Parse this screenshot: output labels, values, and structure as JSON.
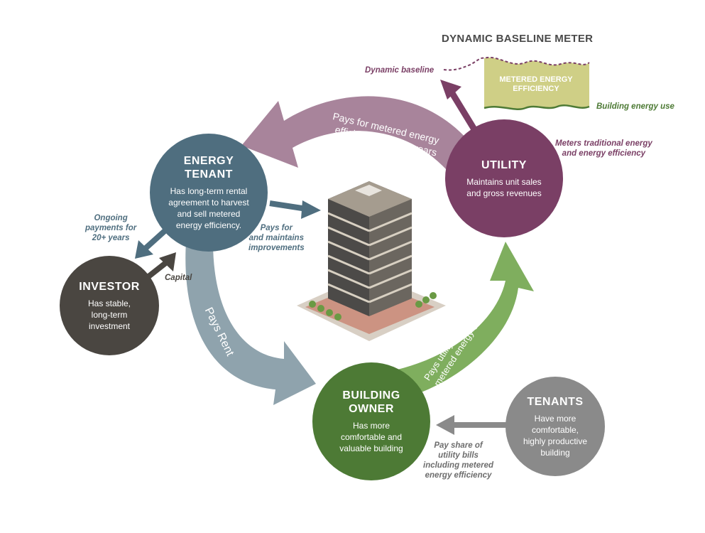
{
  "meter": {
    "title": "DYNAMIC BASELINE METER",
    "baseline_label": "Dynamic baseline",
    "fill_label": "METERED ENERGY\nEFFICIENCY",
    "use_label": "Building energy use"
  },
  "nodes": {
    "energy_tenant": {
      "title": "ENERGY\nTENANT",
      "desc": "Has long-term rental\nagreement to harvest\nand sell metered\nenergy efficiency."
    },
    "utility": {
      "title": "UTILITY",
      "desc": "Maintains unit sales\nand gross revenues"
    },
    "investor": {
      "title": "INVESTOR",
      "desc": "Has stable,\nlong-term\ninvestment"
    },
    "building_owner": {
      "title": "BUILDING\nOWNER",
      "desc": "Has more\ncomfortable and\nvaluable building"
    },
    "tenants": {
      "title": "TENANTS",
      "desc": "Have more\ncomfortable,\nhighly productive\nbuilding"
    }
  },
  "arrows": {
    "utility_pays_line1": "Pays for metered energy",
    "utility_pays_line2": "efficiency over 20 years",
    "pays_rent": "Pays Rent",
    "owner_pays_line1": "Pays utility bill including",
    "owner_pays_line2": "metered energy efficiency"
  },
  "notes": {
    "meters": "Meters traditional energy\nand energy efficiency",
    "ongoing": "Ongoing\npayments for\n20+ years",
    "capital": "Capital",
    "pays_for": "Pays for\nand maintains\nimprovements",
    "pay_share": "Pay share of\nutility bills\nincluding metered\nenergy efficiency"
  },
  "colors": {
    "energy_tenant": "#4f6e7f",
    "utility": "#7a3f65",
    "investor": "#4a4641",
    "building_owner": "#4d7a35",
    "tenants": "#8a8a8a",
    "arrow_purple": "#a8849b",
    "arrow_blue": "#8fa3ad",
    "arrow_green": "#7fae5e",
    "meter_fill": "#cfcf86",
    "meter_line": "#7a3f65",
    "meter_green": "#4d7a35"
  }
}
